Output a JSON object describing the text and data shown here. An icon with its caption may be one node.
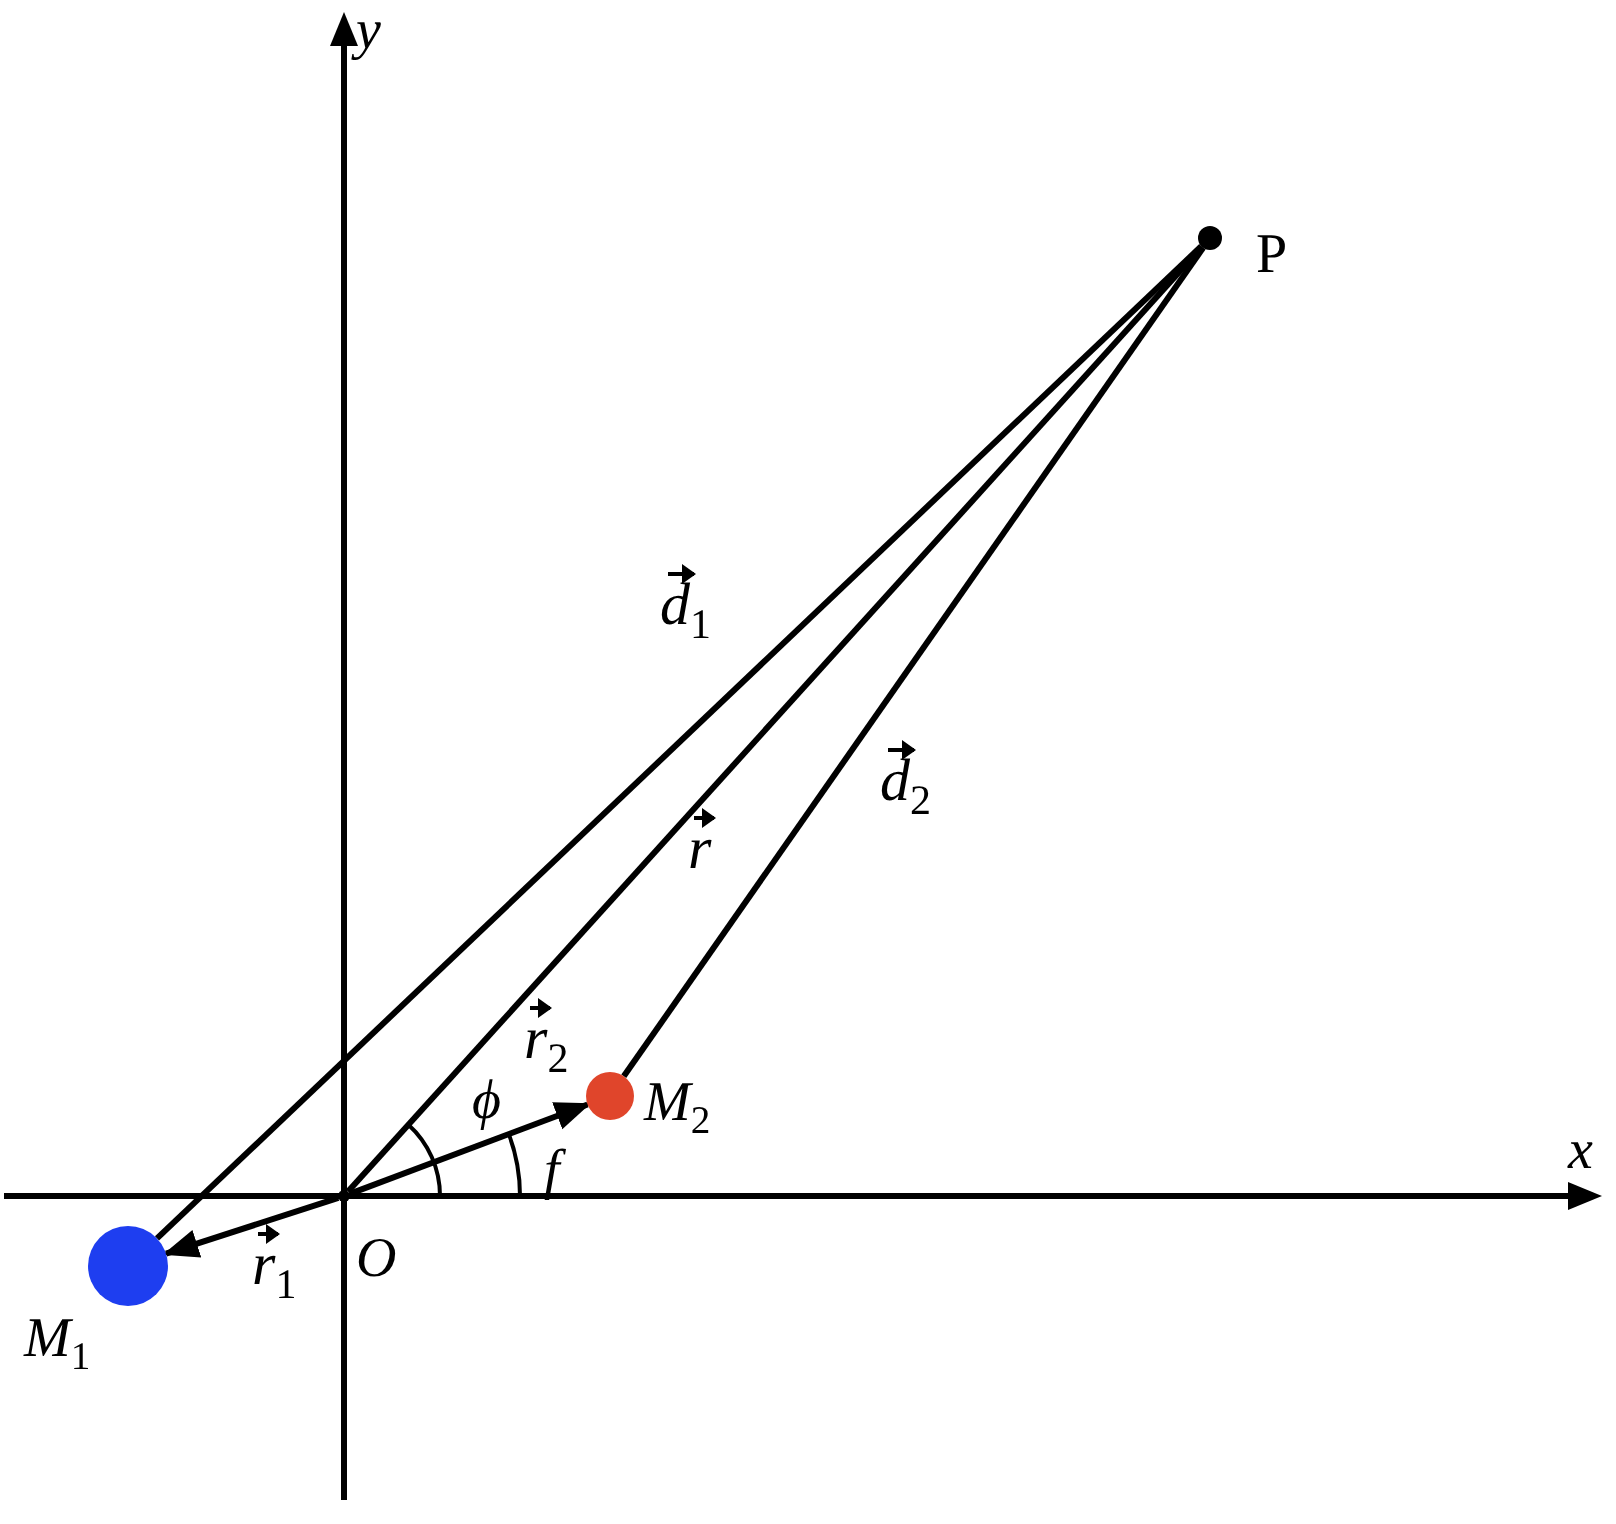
{
  "diagram": {
    "nodes": [
      {
        "text": [
          "P"
        ]
      },
      {
        "text": [
          "O"
        ]
      },
      {
        "text": [
          "M$_{2}$"
        ]
      },
      {
        "text": [
          "M$_{1}$"
        ]
      }
    ],
    "edges": [
      {
        "from": 3,
        "to": 0,
        "arrow": "none",
        "label": "d⃗$_{1}$"
      },
      {
        "from": 1,
        "to": 0,
        "arrow": "none",
        "label": "r⃗"
      },
      {
        "from": 2,
        "to": 0,
        "arrow": "none",
        "label": "d⃗$_{2}$"
      },
      {
        "from": 1,
        "to": 2,
        "arrow": "to",
        "label": "r⃗$_{2}$"
      },
      {
        "from": 1,
        "to": 3,
        "arrow": "to",
        "label": "r⃗$_{1}$"
      }
    ],
    "labels": [
      "y",
      "x",
      "ϕ",
      "f"
    ]
  }
}
